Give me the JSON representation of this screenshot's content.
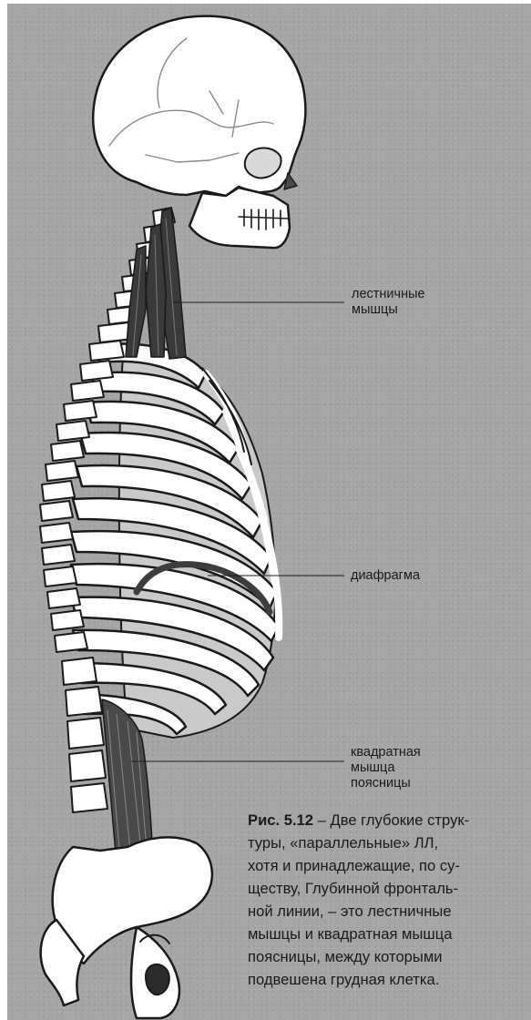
{
  "figure": {
    "labels": {
      "scalenes": [
        "лестничные",
        "мышцы"
      ],
      "diaphragm": "диафрагма",
      "quadratus_lumborum": [
        "квадратная",
        "мышца",
        "поясницы"
      ]
    },
    "caption": {
      "number": "Рис. 5.12",
      "lines": [
        " – Две глубокие струк-",
        "туры, «параллельные» ЛЛ,",
        "хотя и принадлежащие, по су-",
        "ществу, Глубинной фронталь-",
        "ной линии, – это лестничные",
        "мышцы и квадратная мышца",
        "поясницы, между которыми",
        "подвешена грудная клетка."
      ]
    },
    "colors": {
      "background": "#a5a5a5",
      "bone": "#ffffff",
      "outline": "#1a1a1a",
      "muscle": "#3a3a3a"
    }
  }
}
